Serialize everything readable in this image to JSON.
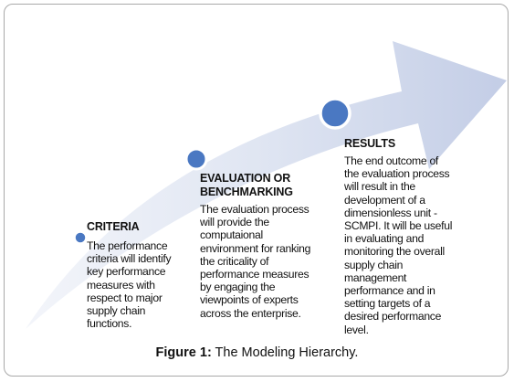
{
  "stages": [
    {
      "title": "CRITERIA",
      "text": "The performance\ncriteria will identify\nkey performance\nmeasures with\nrespect to major\nsupply chain\nfunctions."
    },
    {
      "title_line1": "EVALUATION OR",
      "title_line2": "BENCHMARKING",
      "text": "The evaluation process\nwill provide the\ncomputaional\nenvironment for ranking\nthe criticality of\nperformance measures\nby engaging the\nviewpoints of experts\nacross the enterprise."
    },
    {
      "title": "RESULTS",
      "text": "The end outcome of\nthe evaluation process\nwill result in the\ndevelopment of a\ndimensionless unit -\nSCMPI. It will be useful\nin evaluating and\nmonitoring the overall\nsupply chain\nmanagement\nperformance and in\nsetting targets of a\ndesired performance\nlevel."
    }
  ],
  "caption": {
    "label": "Figure 1:",
    "text": " The Modeling Hierarchy."
  },
  "colors": {
    "arrow_light": "#eef1f8",
    "arrow_dark": "#c3cde6",
    "node_fill": "#4a78c2",
    "node_outline": "#ffffff"
  }
}
